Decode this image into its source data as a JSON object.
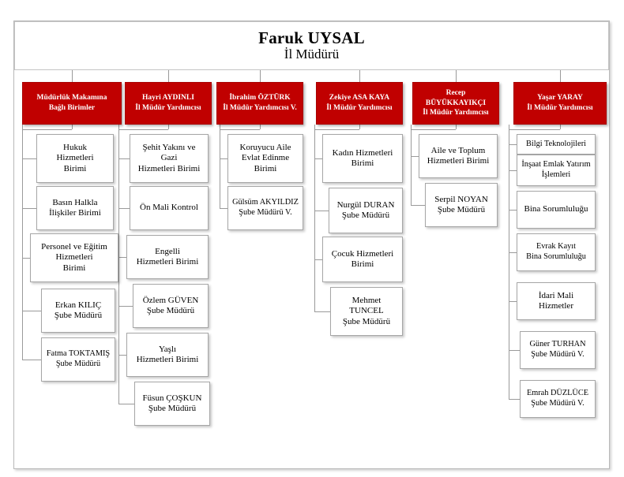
{
  "document": {
    "title_box": {
      "name": "Faruk UYSAL",
      "role": "İl Müdürü"
    }
  },
  "columns": [
    {
      "id": "col-1",
      "head": {
        "lines": [
          "Müdürlük Makamına",
          "Bağlı Birimler"
        ]
      },
      "nodes": [
        {
          "lines": [
            "Hukuk",
            "Hizmetleri",
            "Birimi"
          ]
        },
        {
          "lines": [
            "Basın Halkla",
            "İlişkiler Birimi"
          ]
        },
        {
          "lines": [
            "Personel ve Eğitim",
            "Hizmetleri",
            "Birimi"
          ]
        },
        {
          "lines": [
            "Erkan KILIÇ",
            "Şube Müdürü"
          ]
        },
        {
          "lines": [
            "Fatma TOKTAMIŞ",
            "Şube Müdürü"
          ]
        }
      ]
    },
    {
      "id": "col-2",
      "head": {
        "lines": [
          "Hayri AYDINLI",
          "İl Müdür Yardımcısı"
        ]
      },
      "nodes": [
        {
          "lines": [
            "Şehit Yakını ve",
            "Gazi",
            "Hizmetleri Birimi"
          ]
        },
        {
          "lines": [
            "Ön Mali Kontrol"
          ]
        },
        {
          "lines": [
            "Engelli",
            "Hizmetleri Birimi"
          ]
        },
        {
          "lines": [
            "Özlem GÜVEN",
            "Şube Müdürü"
          ]
        },
        {
          "lines": [
            "Yaşlı",
            "Hizmetleri Birimi"
          ]
        },
        {
          "lines": [
            "Füsun ÇOŞKUN",
            "Şube Müdürü"
          ]
        }
      ]
    },
    {
      "id": "col-3",
      "head": {
        "lines": [
          "İbrahim ÖZTÜRK",
          "İl Müdür Yardımcısı V."
        ]
      },
      "nodes": [
        {
          "lines": [
            "Koruyucu Aile",
            "Evlat Edinme",
            "Birimi"
          ]
        },
        {
          "lines": [
            "Gülsüm AKYILDIZ",
            "Şube Müdürü V."
          ]
        }
      ]
    },
    {
      "id": "col-4",
      "head": {
        "lines": [
          "Zekiye ASA KAYA",
          "İl Müdür Yardımcısı"
        ]
      },
      "nodes": [
        {
          "lines": [
            "Kadın Hizmetleri",
            "Birimi"
          ]
        },
        {
          "lines": [
            "Nurgül DURAN",
            "Şube Müdürü"
          ]
        },
        {
          "lines": [
            "Çocuk Hizmetleri",
            "Birimi"
          ]
        },
        {
          "lines": [
            "Mehmet",
            "TUNCEL",
            "Şube Müdürü"
          ]
        }
      ]
    },
    {
      "id": "col-5",
      "head": {
        "lines": [
          "Recep",
          "BÜYÜKKAYIKÇI",
          "İl Müdür  Yardımcısı"
        ]
      },
      "nodes": [
        {
          "lines": [
            "Aile ve Toplum",
            "Hizmetleri Birimi"
          ]
        },
        {
          "lines": [
            "Serpil NOYAN",
            "Şube Müdürü"
          ]
        }
      ]
    },
    {
      "id": "col-6",
      "head": {
        "lines": [
          "Yaşar YARAY",
          "İl Müdür Yardımcısı"
        ]
      },
      "nodes": [
        {
          "lines": [
            "Bilgi Teknolojileri"
          ]
        },
        {
          "lines": [
            "İnşaat Emlak Yatırım",
            "İşlemleri"
          ]
        },
        {
          "lines": [
            "Bina Sorumluluğu"
          ]
        },
        {
          "lines": [
            "Evrak Kayıt",
            "Bina Sorumluluğu"
          ]
        },
        {
          "lines": [
            "İdari Mali",
            "Hizmetler"
          ]
        },
        {
          "lines": [
            "Güner TURHAN",
            "Şube Müdürü V."
          ]
        },
        {
          "lines": [
            "Emrah DÜZLÜCE",
            "Şube Müdürü V."
          ]
        }
      ]
    }
  ],
  "theme": {
    "head_fill": "#C00000",
    "head_text": "#FFFFFF",
    "node_fill": "#FFFFFF",
    "node_border": "#A6A6A6",
    "connector": "#9A9A9A"
  }
}
